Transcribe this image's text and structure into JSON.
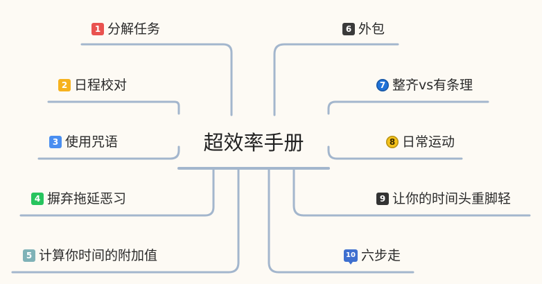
{
  "center": {
    "title": "超效率手册"
  },
  "colors": {
    "background": "#fdfaf4",
    "line": "#a3b6cd"
  },
  "nodes": [
    {
      "id": 1,
      "badge": "1",
      "label": "分解任务",
      "badge_color": "#e9524f",
      "badge_shape": "square"
    },
    {
      "id": 2,
      "badge": "2",
      "label": "日程校对",
      "badge_color": "#f6b21e",
      "badge_shape": "square"
    },
    {
      "id": 3,
      "badge": "3",
      "label": "使用咒语",
      "badge_color": "#4a8ef0",
      "badge_shape": "square"
    },
    {
      "id": 4,
      "badge": "4",
      "label": "摒弃拖延恶习",
      "badge_color": "#27c45e",
      "badge_shape": "square"
    },
    {
      "id": 5,
      "badge": "5",
      "label": "计算你时间的附加值",
      "badge_color": "#7fb2b7",
      "badge_shape": "square"
    },
    {
      "id": 6,
      "badge": "6",
      "label": "外包",
      "badge_color": "#3a3a3a",
      "badge_shape": "square"
    },
    {
      "id": 7,
      "badge": "7",
      "label": "整齐vs有条理",
      "badge_color": "#1f72d8",
      "badge_shape": "circle"
    },
    {
      "id": 8,
      "badge": "8",
      "label": "日常运动",
      "badge_color": "#f4c21a",
      "badge_shape": "circle"
    },
    {
      "id": 9,
      "badge": "9",
      "label": "让你的时间头重脚轻",
      "badge_color": "#333333",
      "badge_shape": "square"
    },
    {
      "id": 10,
      "badge": "10",
      "label": "六步走",
      "badge_color": "#3e6fcf",
      "badge_shape": "pin"
    }
  ]
}
